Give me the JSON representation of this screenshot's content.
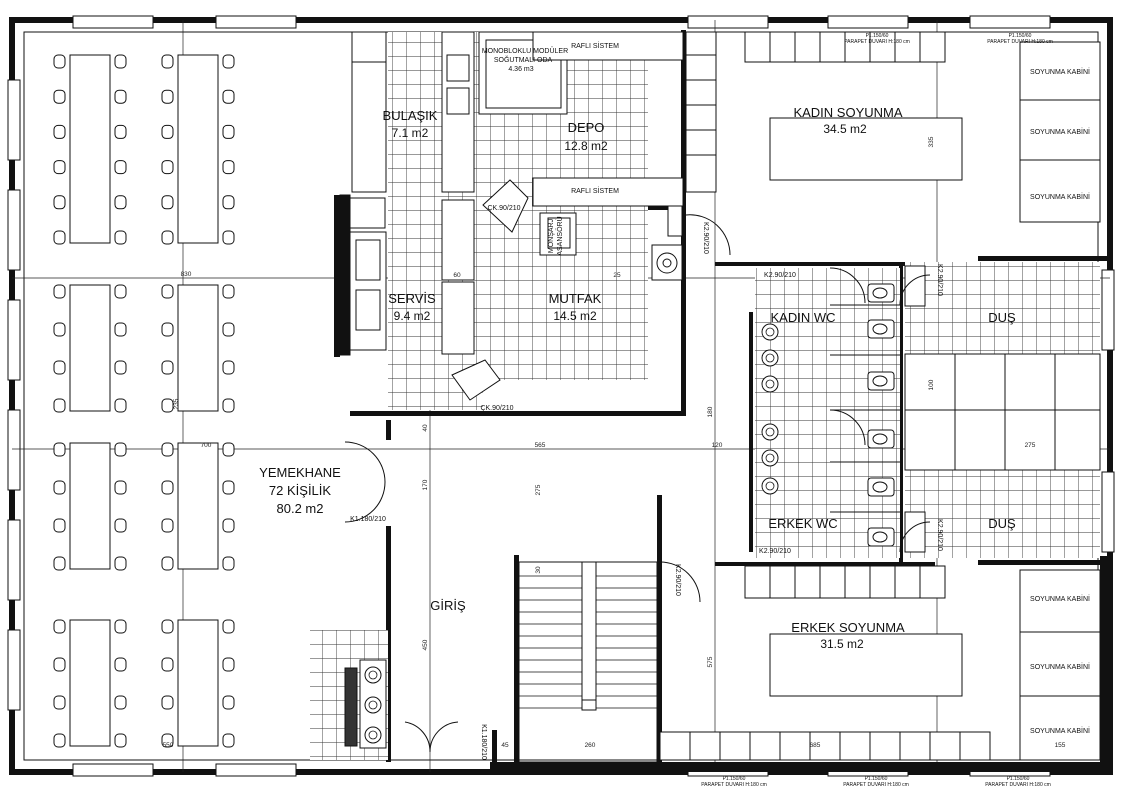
{
  "rooms": {
    "yemekhane": {
      "name": "YEMEKHANE",
      "capacity": "72 KİŞİLİK",
      "area": "80.2 m2"
    },
    "bulasik": {
      "name": "BULAŞIK",
      "area": "7.1 m2"
    },
    "depo": {
      "name": "DEPO",
      "area": "12.8 m2"
    },
    "servis": {
      "name": "SERVİS",
      "area": "9.4 m2"
    },
    "mutfak": {
      "name": "MUTFAK",
      "area": "14.5 m2"
    },
    "kadin_soyunma": {
      "name": "KADIN SOYUNMA",
      "area": "34.5 m2"
    },
    "erkek_soyunma": {
      "name": "ERKEK SOYUNMA",
      "area": "31.5 m2"
    },
    "kadin_wc": {
      "name": "KADIN WC"
    },
    "erkek_wc": {
      "name": "ERKEK WC"
    },
    "dus_upper": {
      "name": "DUŞ"
    },
    "dus_lower": {
      "name": "DUŞ"
    },
    "giris": {
      "name": "GİRİŞ"
    }
  },
  "labels": {
    "monoblok_1": "MONOBLOKLU MODÜLER",
    "monoblok_2": "SOĞUTMALI ODA",
    "monoblok_3": "4.36 m3",
    "rafli_1": "RAFLI SİSTEM",
    "rafli_2": "RAFLI SİSTEM",
    "monsarj_1": "MONŞARJ",
    "monsarj_2": "ASANSÖRÜ",
    "soyunma_kabini": "SOYUNMA KABİNİ",
    "parapet_1": "P1.150/60",
    "parapet_2": "PARAPET DUVARI H:180 cm"
  },
  "doors": {
    "ck_upper": "ÇK.90/210",
    "ck_lower": "ÇK.90/210",
    "k2_kitchen": "K2.90/210",
    "k2_kadin": "K2.90/210",
    "k2_erkek": "K2.90/210",
    "k2_stair": "K2.90/210",
    "k2_dus_upper": "K2.90/210",
    "k2_dus_lower": "K2.90/210",
    "k1_main": "K1.180/210",
    "k1_entry": "K1.180/210"
  },
  "dimensions": {
    "d830": "830",
    "d700": "700",
    "d550": "550",
    "d565": "565",
    "d275": "275",
    "d260": "260",
    "d685": "685",
    "d155": "155",
    "d335": "335",
    "d40": "40",
    "d120": "120",
    "d45": "45",
    "d450": "450",
    "d575": "575",
    "d170": "170",
    "d180": "180",
    "d100": "100",
    "d60": "60",
    "d25": "25",
    "d30": "30",
    "d235": "235"
  }
}
